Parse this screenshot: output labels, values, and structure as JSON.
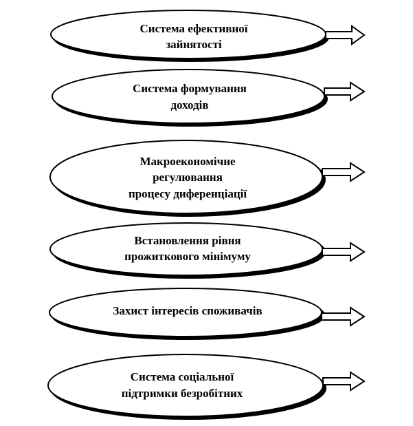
{
  "diagram": {
    "nodes": [
      {
        "id": "effective-employment",
        "lines": [
          "Система ефективної",
          "зайнятості"
        ]
      },
      {
        "id": "income-formation",
        "lines": [
          "Система формування",
          "доходів"
        ]
      },
      {
        "id": "macroeconomic-regulation",
        "lines": [
          "Макроекономічне",
          "регулювання",
          "процесу диференціації"
        ]
      },
      {
        "id": "subsistence-minimum",
        "lines": [
          "Встановлення рівня",
          "прожиткового мінімуму"
        ]
      },
      {
        "id": "consumer-protection",
        "lines": [
          "Захист інтересів  споживачів"
        ]
      },
      {
        "id": "unemployed-support",
        "lines": [
          "Система соціальної",
          "підтримки  безробітних"
        ]
      }
    ],
    "colors": {
      "stroke": "#000000",
      "fill": "#ffffff",
      "text": "#000000"
    },
    "arrow_icon": "outline-right-arrow"
  }
}
